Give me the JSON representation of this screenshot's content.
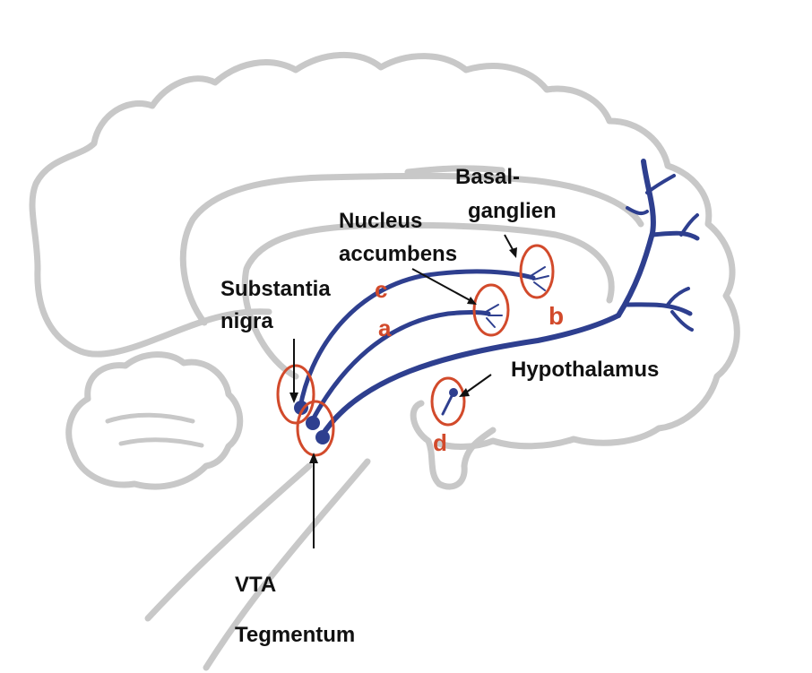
{
  "labels": {
    "basal_1": "Basal-",
    "basal_2": "ganglien",
    "nucleus_1": "Nucleus",
    "nucleus_2": "accumbens",
    "substantia_1": "Substantia",
    "substantia_2": "nigra",
    "hypothalamus": "Hypothalamus",
    "vta": "VTA",
    "tegmentum": "Tegmentum"
  },
  "pathways": {
    "a": "a",
    "b": "b",
    "c": "c",
    "d": "d"
  },
  "colors": {
    "outline": "#c8c8c8",
    "pathway": "#2e3f8f",
    "highlight": "#d24a2b",
    "text": "#111111"
  }
}
